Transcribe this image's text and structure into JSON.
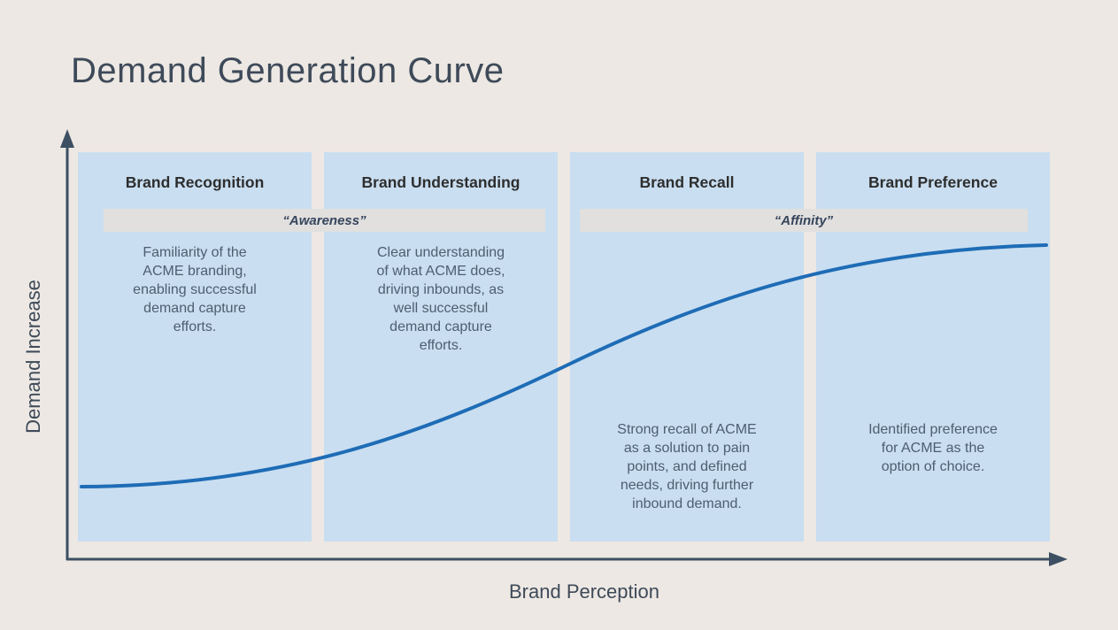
{
  "title": "Demand Generation Curve",
  "axes": {
    "y_label": "Demand Increase",
    "x_label": "Brand Perception"
  },
  "bands": [
    {
      "label": "“Awareness”",
      "spans_panels": [
        "Brand Recognition",
        "Brand Understanding"
      ]
    },
    {
      "label": "“Affinity”",
      "spans_panels": [
        "Brand Recall",
        "Brand Preference"
      ]
    }
  ],
  "panels": [
    {
      "title": "Brand Recognition",
      "body": "Familiarity of the\nACME branding,\nenabling successful\ndemand capture\nefforts."
    },
    {
      "title": "Brand Understanding",
      "body": "Clear understanding\nof what ACME does,\ndriving inbounds, as\nwell successful\ndemand capture\nefforts."
    },
    {
      "title": "Brand Recall",
      "body": "Strong recall of ACME\nas a solution to pain\npoints, and defined\nneeds, driving further\ninbound demand."
    },
    {
      "title": "Brand Preference",
      "body": "Identified preference\nfor ACME as the\noption of choice."
    }
  ],
  "curve": {
    "type": "s-curve",
    "shape": "sigmoid rising left-to-right, flat at both ends, inflection between Brand Understanding and Brand Recall"
  },
  "colors": {
    "background": "#ede8e3",
    "panel_fill": "#c9def0",
    "band_fill": "#e1e0de",
    "curve_stroke": "#1e6cb6",
    "axis_stroke": "#3d4f63",
    "title_text": "#3e4a59",
    "panel_title_text": "#2d2e2e",
    "panel_body_text": "#4d5e71",
    "band_text": "#36455c"
  }
}
